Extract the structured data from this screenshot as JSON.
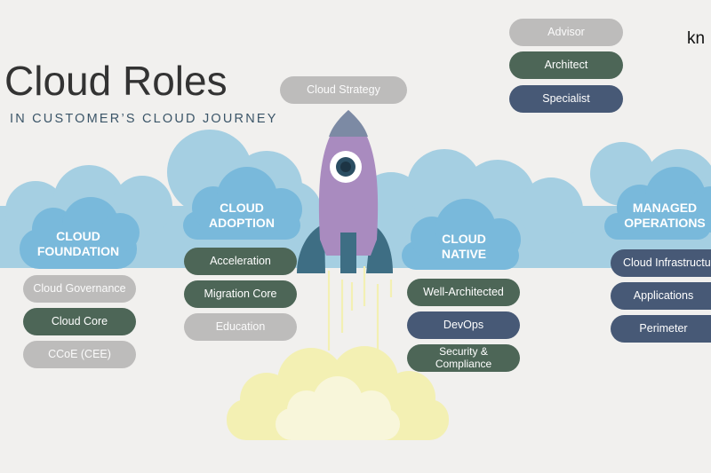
{
  "header": {
    "title": "Cloud Roles",
    "subtitle": "IN CUSTOMER’S CLOUD JOURNEY",
    "logo": "kn"
  },
  "legend": {
    "advisor": "Advisor",
    "architect": "Architect",
    "specialist": "Specialist"
  },
  "top_pill": "Cloud Strategy",
  "clusters": {
    "foundation": {
      "line1": "CLOUD",
      "line2": "FOUNDATION",
      "items": [
        "Cloud Governance",
        "Cloud Core",
        "CCoE (CEE)"
      ]
    },
    "adoption": {
      "line1": "CLOUD",
      "line2": "ADOPTION",
      "items": [
        "Acceleration",
        "Migration Core",
        "Education"
      ]
    },
    "native": {
      "line1": "CLOUD",
      "line2": "NATIVE",
      "items": [
        "Well-Architected",
        "DevOps",
        "Security &",
        "Compliance"
      ]
    },
    "managed": {
      "line1": "MANAGED",
      "line2": "OPERATIONS",
      "items": [
        "Cloud Infrastructure",
        "Applications",
        "Perimeter"
      ]
    }
  },
  "colors": {
    "advisor": "#bdbcbb",
    "architect": "#4d6657",
    "specialist": "#475976",
    "cloud_back": "#a5cfe2",
    "cloud_front": "#79b9db",
    "rocket_body": "#a98bbf",
    "smoke": "#f3f0b3"
  }
}
